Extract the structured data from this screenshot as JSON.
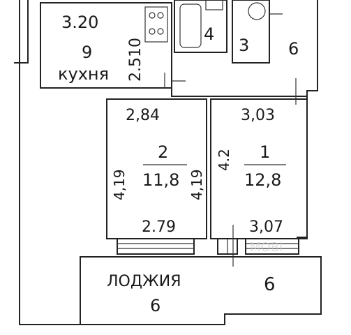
{
  "rooms": {
    "kitchen": {
      "width": "3.20",
      "height": "2.510",
      "number": "9",
      "label": "кухня"
    },
    "bath": {
      "number": "4"
    },
    "toilet": {
      "number": "3"
    },
    "hall": {
      "number": "6"
    },
    "room2": {
      "top": "2,84",
      "left": "4,19",
      "right": "4,19",
      "number": "2",
      "area": "11,8",
      "bottom": "2.79"
    },
    "room1": {
      "top": "3,03",
      "left": "4.2",
      "number": "1",
      "area": "12,8",
      "bottom": "3,07"
    },
    "loggia": {
      "label": "ЛОДЖИЯ",
      "area": "6"
    },
    "balcony": {
      "area": "6"
    }
  }
}
